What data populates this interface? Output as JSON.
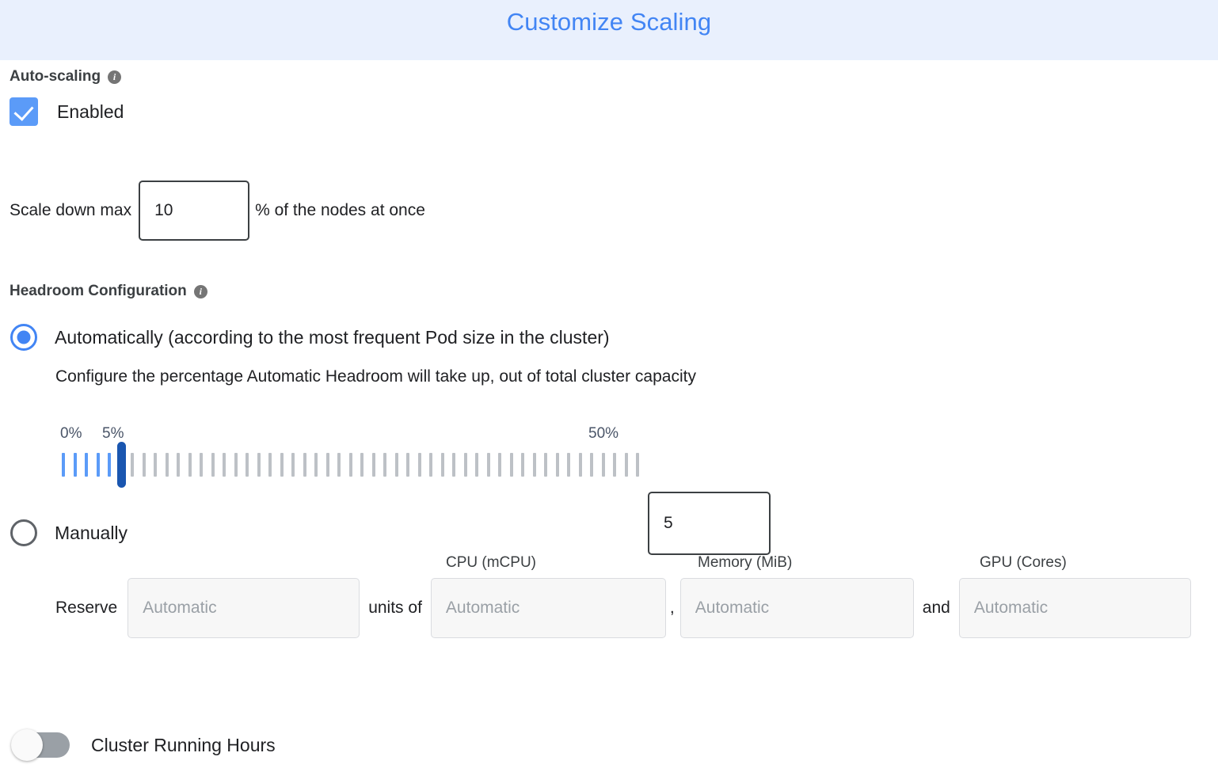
{
  "header": {
    "title": "Customize Scaling",
    "title_color": "#4285f4",
    "background_color": "#e9f0fd"
  },
  "autoscaling": {
    "section_label": "Auto-scaling",
    "info_icon": "info-icon",
    "info_glyph": "i",
    "enabled_label": "Enabled",
    "enabled_checked": true,
    "scale_down": {
      "prefix_label": "Scale down max",
      "value": "10",
      "suffix_label": "% of the nodes at once"
    }
  },
  "headroom": {
    "section_label": "Headroom Configuration",
    "info_glyph": "i",
    "automatic": {
      "label": "Automatically (according to the most frequent Pod size in the cluster)",
      "selected": true,
      "description": "Configure the percentage Automatic Headroom will take up, out of total cluster capacity",
      "slider": {
        "min_label": "0%",
        "value_label": "5%",
        "max_label": "50%",
        "min": 0,
        "max": 50,
        "value": 5,
        "tick_count": 51,
        "filled_color": "#5b9bf8",
        "empty_color": "#bdc1c6",
        "thumb_color": "#1a56b0"
      },
      "value_input": "5"
    },
    "manual": {
      "label": "Manually",
      "selected": false,
      "reserve_label": "Reserve",
      "units_label": "units of",
      "comma_label": ",",
      "and_label": "and",
      "columns": [
        {
          "header": "",
          "placeholder": "Automatic",
          "value": ""
        },
        {
          "header": "CPU (mCPU)",
          "placeholder": "Automatic",
          "value": ""
        },
        {
          "header": "Memory (MiB)",
          "placeholder": "Automatic",
          "value": ""
        },
        {
          "header": "GPU (Cores)",
          "placeholder": "Automatic",
          "value": ""
        }
      ]
    }
  },
  "cluster_running_hours": {
    "label": "Cluster Running Hours",
    "enabled": false
  }
}
